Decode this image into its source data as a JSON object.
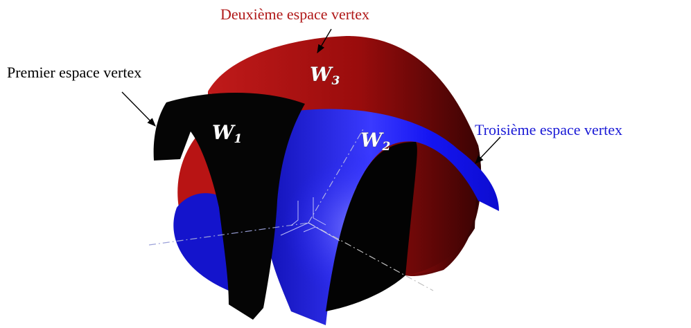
{
  "labels": {
    "second_space": "Deuxième espace vertex",
    "first_space": "Premier espace vertex",
    "third_space": "Troisième espace vertex"
  },
  "workspaces": {
    "w1": {
      "letter": "W",
      "index": "1"
    },
    "w2": {
      "letter": "W",
      "index": "2"
    },
    "w3": {
      "letter": "W",
      "index": "3"
    }
  },
  "colors": {
    "first_space": "#000000",
    "second_space": "#a50f0f",
    "third_space": "#1010e6",
    "callout_first": "#000000",
    "callout_second": "#b01818",
    "callout_third": "#1a1ad6"
  }
}
